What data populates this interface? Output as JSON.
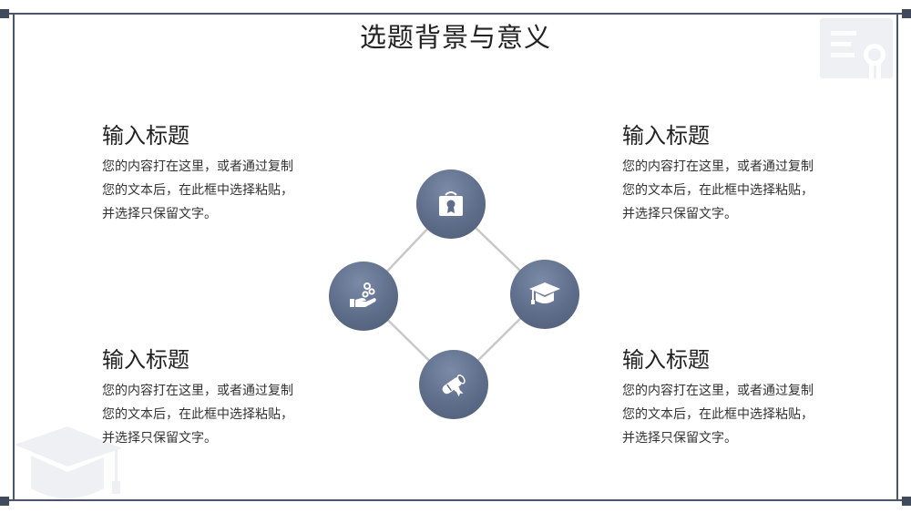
{
  "title": "选题背景与意义",
  "blocks": [
    {
      "heading": "输入标题",
      "body": "您的内容打在这里，或者通过复制您的文本后，在此框中选择粘贴，并选择只保留文字。"
    },
    {
      "heading": "输入标题",
      "body": "您的内容打在这里，或者通过复制您的文本后，在此框中选择粘贴，并选择只保留文字。"
    },
    {
      "heading": "输入标题",
      "body": "您的内容打在这里，或者通过复制您的文本后，在此框中选择粘贴，并选择只保留文字。"
    },
    {
      "heading": "输入标题",
      "body": "您的内容打在这里，或者通过复制您的文本后，在此框中选择粘贴，并选择只保留文字。"
    }
  ],
  "nodes": [
    {
      "icon": "certificate-icon"
    },
    {
      "icon": "hand-coins-icon"
    },
    {
      "icon": "graduation-cap-icon"
    },
    {
      "icon": "diploma-scroll-icon"
    }
  ],
  "colors": {
    "frame": "#4a5568",
    "node": "#5e6d89",
    "connector": "#c8c8c8",
    "watermark": "#eef0f4"
  }
}
